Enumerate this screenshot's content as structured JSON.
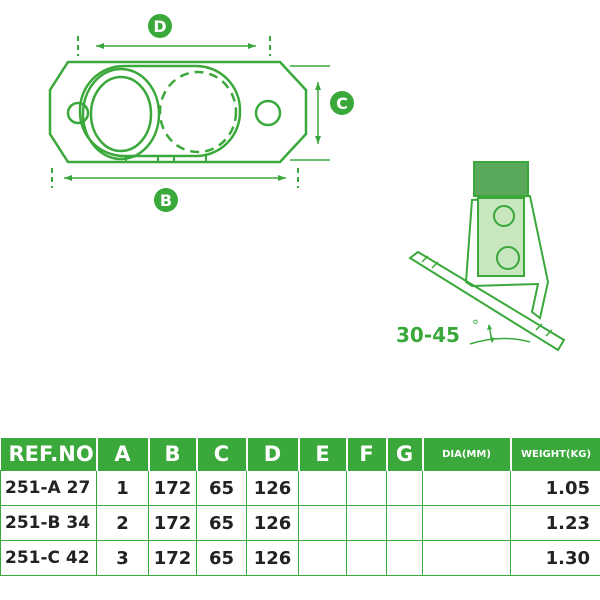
{
  "colors": {
    "accent": "#3aa83a",
    "fill_dark": "#5aa85a",
    "fill_light": "#c8e6c0"
  },
  "top_view": {
    "label_d": "D",
    "label_c": "C",
    "label_b": "B"
  },
  "side_view": {
    "angle_label": "30-45",
    "degree_symbol": "°"
  },
  "table": {
    "headers": [
      "REF.NO",
      "A",
      "B",
      "C",
      "D",
      "E",
      "F",
      "G",
      "DIA(MM)",
      "WEIGHT(KG)"
    ],
    "rows": [
      [
        "251-A 27",
        "1",
        "172",
        "65",
        "126",
        "",
        "",
        "",
        "",
        "1.05"
      ],
      [
        "251-B 34",
        "2",
        "172",
        "65",
        "126",
        "",
        "",
        "",
        "",
        "1.23"
      ],
      [
        "251-C 42",
        "3",
        "172",
        "65",
        "126",
        "",
        "",
        "",
        "",
        "1.30"
      ]
    ]
  }
}
